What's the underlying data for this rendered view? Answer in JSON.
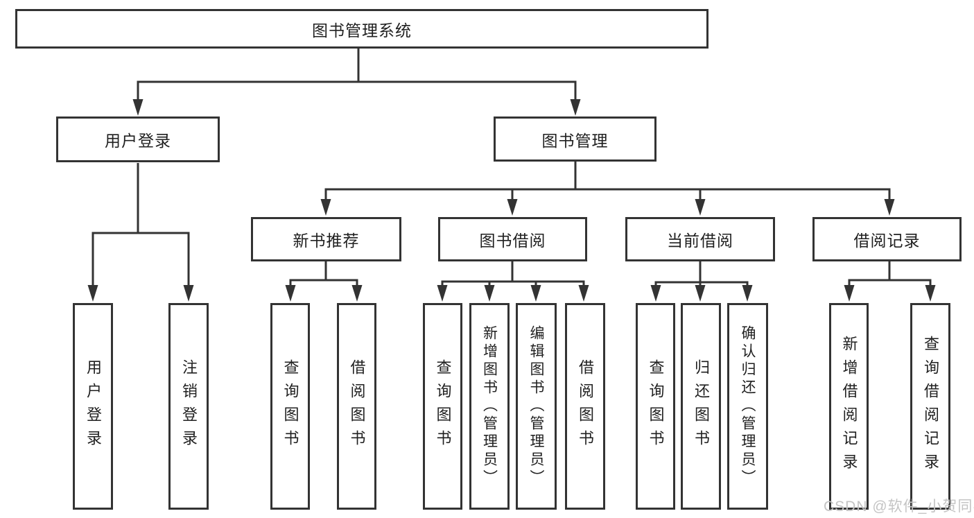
{
  "diagram": {
    "root": "图书管理系统",
    "level2": {
      "user_login": "用户登录",
      "book_management": "图书管理"
    },
    "level3": {
      "new_book_recommend": "新书推荐",
      "book_borrow": "图书借阅",
      "current_borrow": "当前借阅",
      "borrow_records": "借阅记录"
    },
    "leaves": {
      "user_login": "用户登录",
      "logout": "注销登录",
      "nb_query_book": "查询图书",
      "nb_borrow_book": "借阅图书",
      "bb_query_book": "查询图书",
      "bb_add_book": "新增图书（管理员）",
      "bb_edit_book": "编辑图书（管理员）",
      "bb_borrow_book": "借阅图书",
      "cb_query_book": "查询图书",
      "cb_return_book": "归还图书",
      "cb_confirm_return": "确认归还（管理员）",
      "br_add_record": "新增借阅记录",
      "br_query_record": "查询借阅记录"
    }
  },
  "watermark": {
    "text": "CSDN @软件_小贺同学"
  },
  "colors": {
    "line": "#333333",
    "box_border": "#333333",
    "text": "#1f1f1f",
    "watermark": "#c4c4c4",
    "background": "#ffffff"
  }
}
